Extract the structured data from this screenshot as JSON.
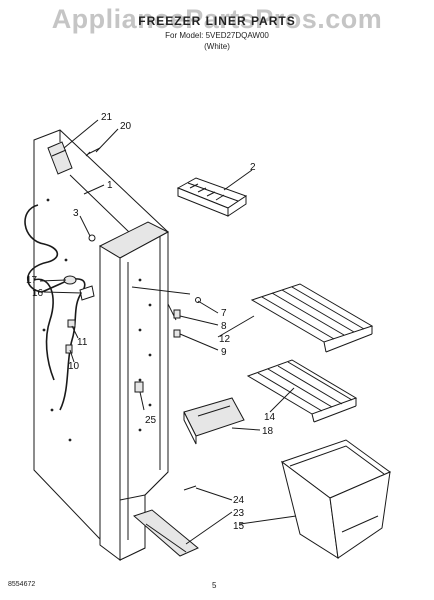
{
  "header": {
    "title": "FREEZER LINER PARTS",
    "subtitle": "For Model: 5VED27DQAW00",
    "color": "(White)",
    "watermark": "AppliancePartsPros.com"
  },
  "callouts": [
    "21",
    "20",
    "1",
    "2",
    "3",
    "17",
    "16",
    "11",
    "10",
    "7",
    "8",
    "12",
    "9",
    "14",
    "18",
    "25",
    "24",
    "23",
    "15"
  ],
  "footer": {
    "code": "8554672",
    "page": "5"
  }
}
